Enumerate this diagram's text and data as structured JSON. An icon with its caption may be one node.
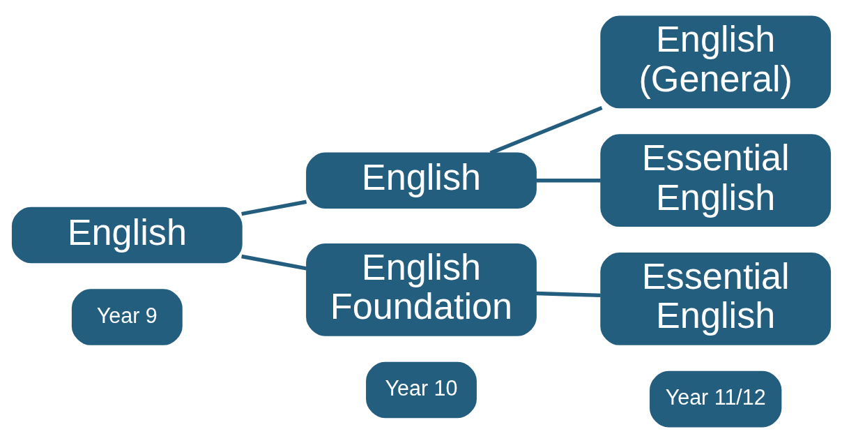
{
  "diagram": {
    "nodes": [
      {
        "text": [
          "Year 9"
        ]
      },
      {
        "text": [
          "Year 10"
        ]
      },
      {
        "text": [
          "Year 11/12"
        ]
      },
      {
        "text": [
          "English"
        ]
      },
      {
        "text": [
          "English"
        ]
      },
      {
        "text": [
          "English Foundation"
        ]
      },
      {
        "text": [
          "English (General)"
        ]
      },
      {
        "text": [
          "Essential English"
        ]
      },
      {
        "text": [
          "Essential English"
        ]
      }
    ],
    "edges": [
      {
        "from": 3,
        "to": 4,
        "arrow": "none"
      },
      {
        "from": 3,
        "to": 5,
        "arrow": "none"
      },
      {
        "from": 4,
        "to": 6,
        "arrow": "none"
      },
      {
        "from": 4,
        "to": 7,
        "arrow": "none"
      },
      {
        "from": 5,
        "to": 8,
        "arrow": "none"
      }
    ]
  }
}
